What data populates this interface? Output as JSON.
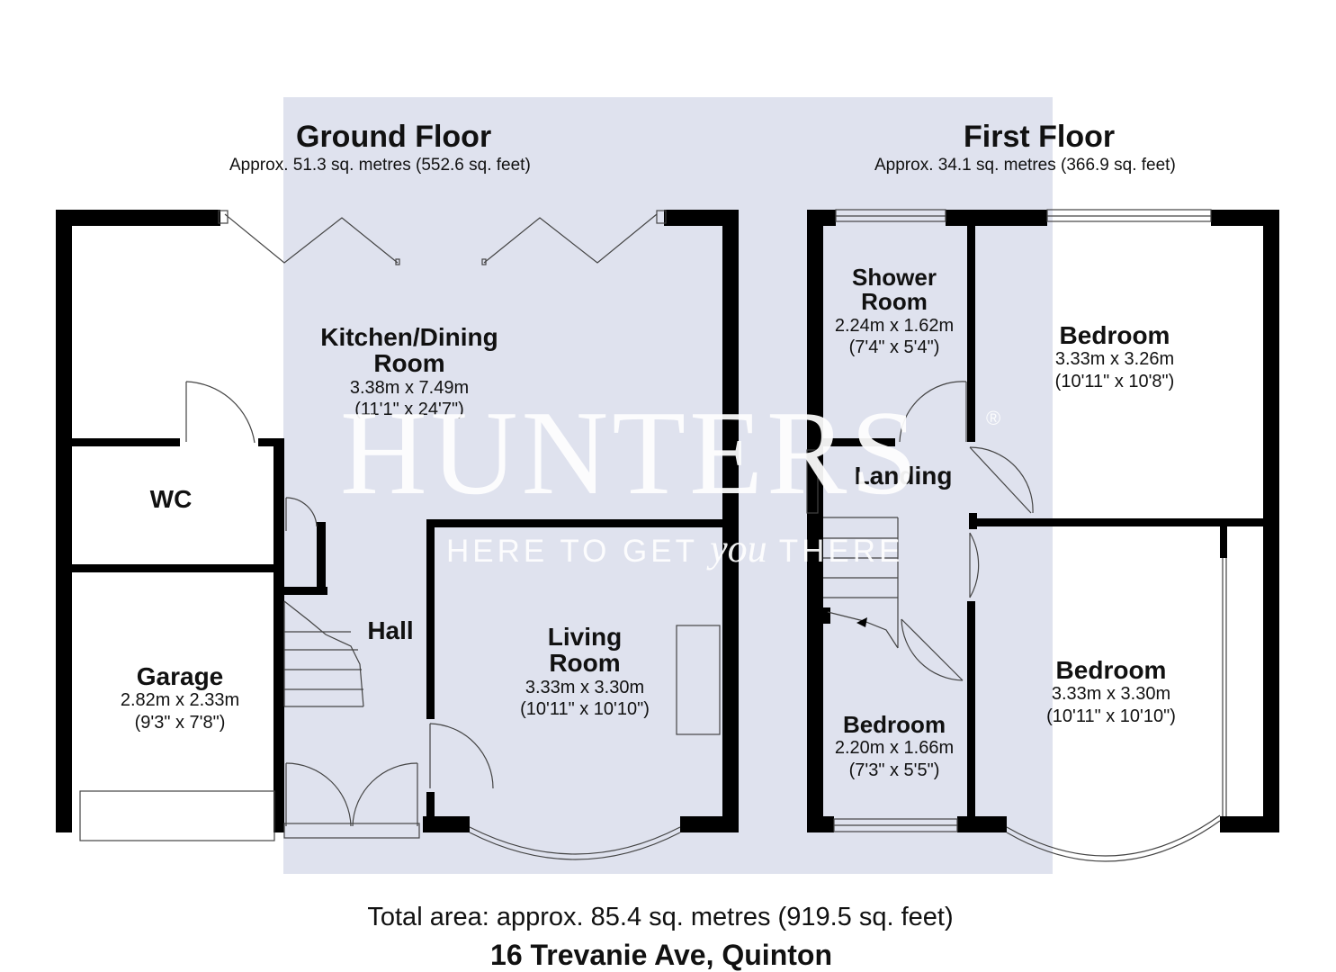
{
  "floors": {
    "ground": {
      "title": "Ground Floor",
      "area": "Approx. 51.3 sq. metres (552.6 sq. feet)",
      "rooms": {
        "kitchen": {
          "name_line1": "Kitchen/Dining",
          "name_line2": "Room",
          "metric": "3.38m x 7.49m",
          "imperial": "(11'1\" x 24'7\")"
        },
        "wc": {
          "name": "WC"
        },
        "garage": {
          "name": "Garage",
          "metric": "2.82m x 2.33m",
          "imperial": "(9'3\" x 7'8\")"
        },
        "hall": {
          "name": "Hall"
        },
        "living": {
          "name_line1": "Living",
          "name_line2": "Room",
          "metric": "3.33m x 3.30m",
          "imperial": "(10'11\" x 10'10\")"
        }
      }
    },
    "first": {
      "title": "First Floor",
      "area": "Approx. 34.1 sq. metres (366.9 sq. feet)",
      "rooms": {
        "shower": {
          "name_line1": "Shower",
          "name_line2": "Room",
          "metric": "2.24m x 1.62m",
          "imperial": "(7'4\" x 5'4\")"
        },
        "bedroom_top": {
          "name": "Bedroom",
          "metric": "3.33m x 3.26m",
          "imperial": "(10'11\" x 10'8\")"
        },
        "landing": {
          "name": "Landing"
        },
        "bedroom_small": {
          "name": "Bedroom",
          "metric": "2.20m x 1.66m",
          "imperial": "(7'3\" x 5'5\")"
        },
        "bedroom_bay": {
          "name": "Bedroom",
          "metric": "3.33m x 3.30m",
          "imperial": "(10'11\" x 10'10\")"
        }
      }
    }
  },
  "watermark": {
    "brand": "HUNTERS",
    "registered": "®",
    "tagline_before": "HERE TO GET ",
    "tagline_you": "you",
    "tagline_after": " THERE"
  },
  "footer": {
    "total_area": "Total area: approx. 85.4 sq. metres (919.5 sq. feet)",
    "address": "16 Trevanie Ave, Quinton"
  },
  "colors": {
    "wall": "#000000",
    "band": "#dfe2ee",
    "fixture": "#555555",
    "watermark": "#ffffff"
  }
}
